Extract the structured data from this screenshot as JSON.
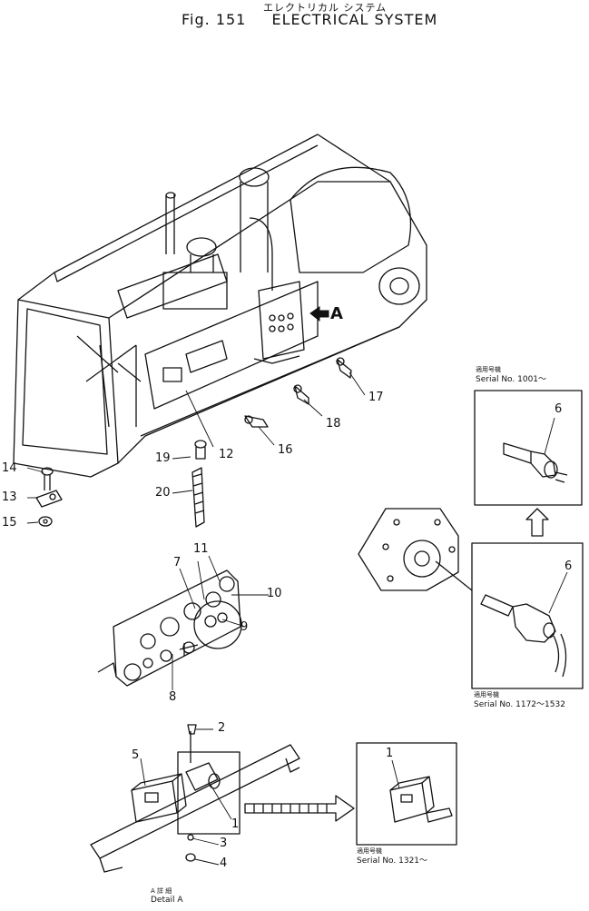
{
  "title": {
    "japanese": "エレクトリカル システム",
    "fig": "Fig. 151",
    "name": "ELECTRICAL SYSTEM"
  },
  "view_marker": "A",
  "callouts": [
    "1",
    "1",
    "2",
    "3",
    "4",
    "5",
    "6",
    "6",
    "7",
    "8",
    "9",
    "10",
    "11",
    "12",
    "13",
    "14",
    "15",
    "16",
    "17",
    "18",
    "19",
    "20"
  ],
  "serial_boxes": {
    "top_right": {
      "jp": "適用号機",
      "serial": "Serial No. 1001～"
    },
    "middle_right": {
      "jp": "適用号機",
      "serial": "Serial No. 1172～1532"
    },
    "bottom_right": {
      "jp": "適用号機",
      "serial": "Serial No. 1321～"
    }
  },
  "detail": {
    "jp": "A 詳 細",
    "label": "Detail A"
  }
}
